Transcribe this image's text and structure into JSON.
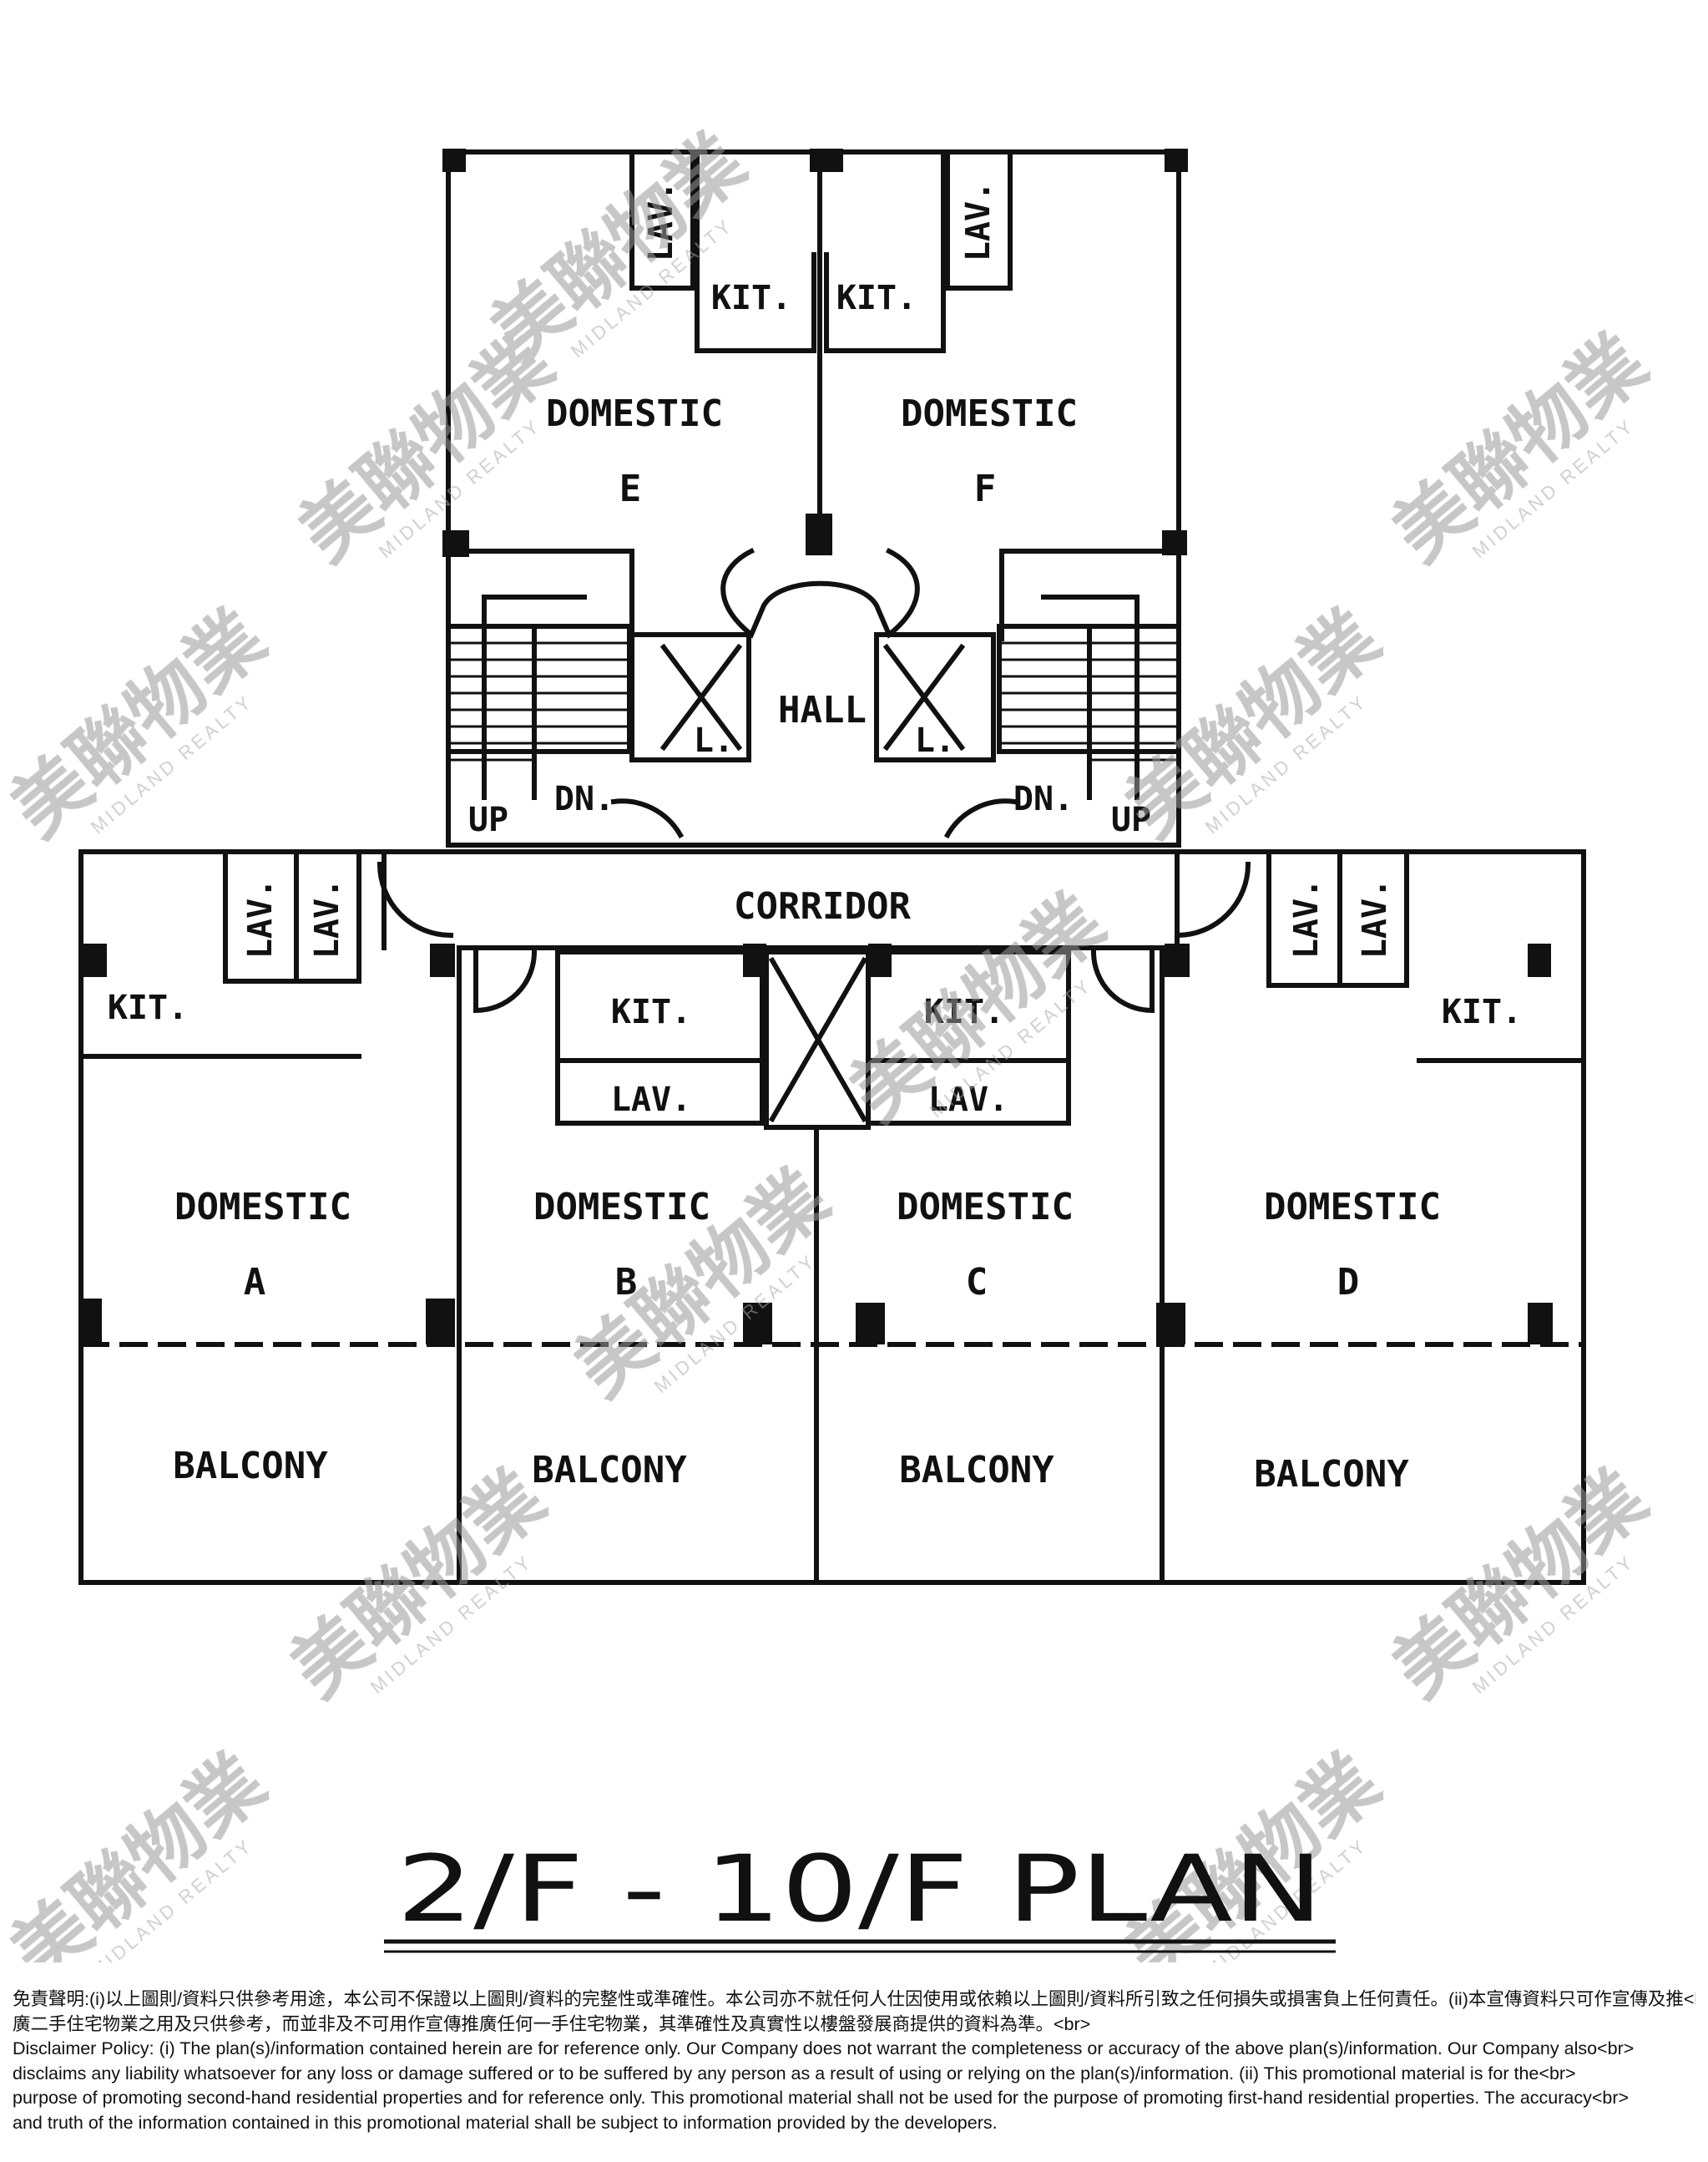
{
  "plan": {
    "title": "2/F - 10/F PLAN",
    "units": [
      {
        "name": "DOMESTIC",
        "letter": "A"
      },
      {
        "name": "DOMESTIC",
        "letter": "B"
      },
      {
        "name": "DOMESTIC",
        "letter": "C"
      },
      {
        "name": "DOMESTIC",
        "letter": "D"
      },
      {
        "name": "DOMESTIC",
        "letter": "E"
      },
      {
        "name": "DOMESTIC",
        "letter": "F"
      }
    ],
    "room_labels": {
      "kitchen": "KIT.",
      "lavatory": "LAV.",
      "balcony": "BALCONY",
      "hall": "HALL",
      "corridor": "CORRIDOR",
      "lift": "L.",
      "stair_up": "UP",
      "stair_down": "DN."
    }
  },
  "watermark": {
    "brand_cn": "美聯物業",
    "brand_en": "MIDLAND REALTY"
  },
  "disclaimer": {
    "line1": "免責聲明:(i)以上圖則/資料只供參考用途，本公司不保證以上圖則/資料的完整性或準確性。本公司亦不就任何人仕因使用或依賴以上圖則/資料所引致之任何損失或損害負上任何責任。(ii)本宣傳資料只可作宣傳及推<br>",
    "line2": "廣二手住宅物業之用及只供參考，而並非及不可用作宣傳推廣任何一手住宅物業，其準確性及真實性以樓盤發展商提供的資料為準。<br>",
    "line3": "Disclaimer Policy: (i) The plan(s)/information contained herein are for reference only. Our Company does not warrant the completeness or accuracy of the above plan(s)/information. Our Company also<br>",
    "line4": "disclaims any liability whatsoever for any loss or damage suffered or to be suffered by any person as a result of using or relying on the plan(s)/information. (ii) This promotional material is for the<br>",
    "line5": "purpose of promoting second-hand residential properties and for reference only. This promotional material shall not be used for the purpose of promoting first-hand residential properties. The accuracy<br>",
    "line6": "and truth of the information contained in this promotional material shall be subject to information provided by the developers."
  }
}
